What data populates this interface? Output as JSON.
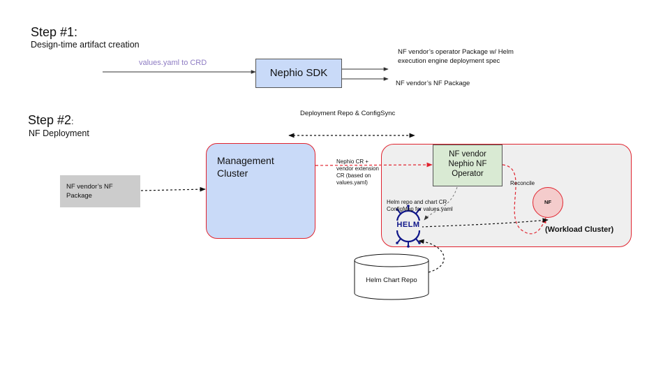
{
  "step1": {
    "title": "Step #1:",
    "subtitle": "Design-time artifact creation",
    "input_label": "values.yaml to CRD",
    "sdk_label": "Nephio SDK",
    "output1_line1": "NF vendor’s operator Package w/ Helm",
    "output1_line2": "execution engine deployment spec",
    "output2": "NF vendor’s NF Package"
  },
  "step2": {
    "title": "Step #2",
    "title_suffix": ":",
    "subtitle": "NF Deployment",
    "deployment_repo_label": "Deployment Repo &  ConfigSync",
    "nf_package_line1": "NF vendor’s NF",
    "nf_package_line2": "Package",
    "management_line1": "Management",
    "management_line2": "Cluster",
    "nephio_cr_lines": [
      "Nephio CR +",
      "vendor extension",
      "CR (based on",
      "values.yaml)"
    ],
    "operator_lines": [
      "NF vendor",
      "Nephio NF",
      "Operator"
    ],
    "reconcile_label": "Reconcile",
    "nf_label": "NF",
    "helm_repo_lines": [
      "Helm repo and chart CR",
      "ConfigMap for values.yaml"
    ],
    "helm_logo_text": "HELM",
    "workload_label": "(Workload Cluster)",
    "chart_repo_label": "Helm Chart Repo"
  },
  "colors": {
    "sdk_fill": "#c9daf8",
    "management_fill": "#c9daf8",
    "operator_fill": "#d9ead3",
    "workload_fill": "#efefef",
    "nf_fill": "#f4cccc",
    "red": "#e0232e",
    "helm_blue": "#0f1689",
    "purple_text": "#8e7cc3",
    "package_fill": "#cccccc"
  }
}
